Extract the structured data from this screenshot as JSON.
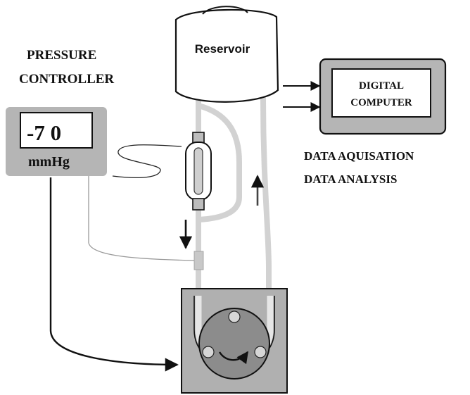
{
  "labels": {
    "pressure_controller_line1": "PRESSURE",
    "pressure_controller_line2": "CONTROLLER",
    "reservoir": "Reservoir",
    "computer_line1": "DIGITAL",
    "computer_line2": "COMPUTER",
    "data_line1": "DATA AQUISATION",
    "data_line2": "DATA ANALYSIS"
  },
  "gauge": {
    "value": "-7 0",
    "unit": "mmHg"
  },
  "colors": {
    "panel_gray": "#b5b5b5",
    "tube_gray": "#d2d2d2",
    "pump_body": "#b0b0b0",
    "rotor": "#8c8c8c",
    "ink": "#111111"
  }
}
